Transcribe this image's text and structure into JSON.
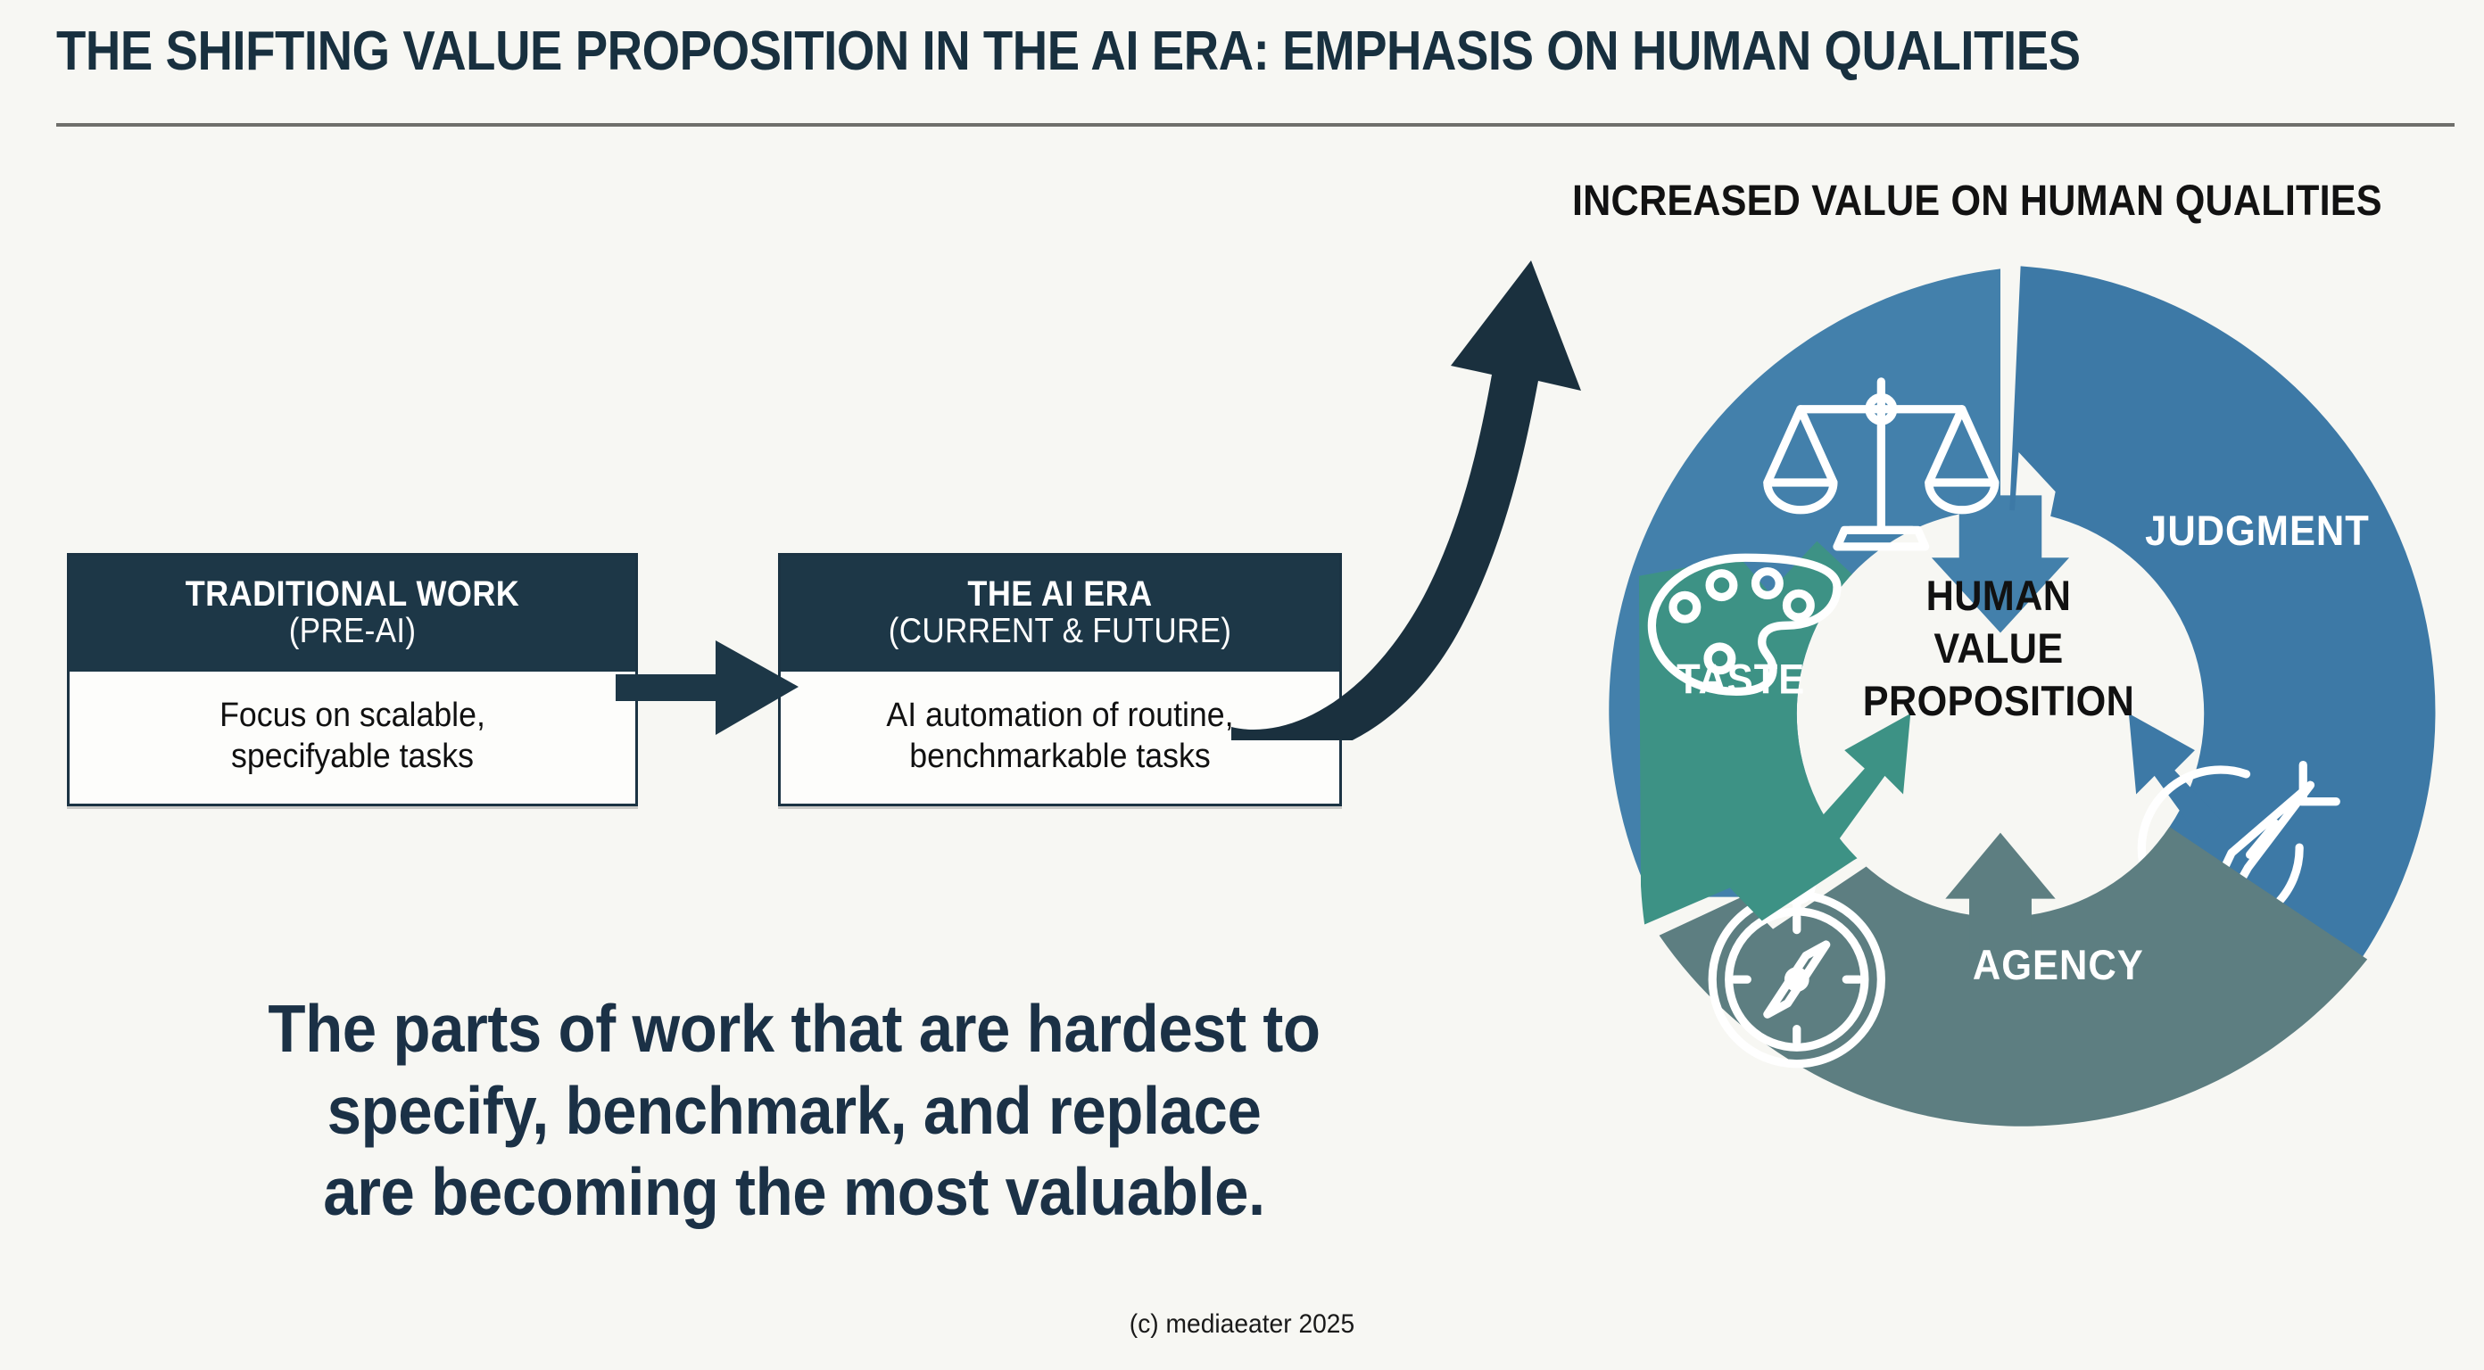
{
  "page": {
    "background_color": "#f7f7f3",
    "title": "THE SHIFTING VALUE PROPOSITION IN THE AI ERA: EMPHASIS ON HUMAN QUALITIES",
    "copyright": "(c) mediaeater 2025"
  },
  "flow": {
    "boxes": [
      {
        "head_line1": "TRADITIONAL WORK",
        "head_line2": "(PRE-AI)",
        "body_line1": "Focus on scalable,",
        "body_line2": "specifyable tasks"
      },
      {
        "head_line1": "THE AI ERA",
        "head_line2": "(CURRENT & FUTURE)",
        "body_line1": "AI automation of routine,",
        "body_line2": "benchmarkable tasks"
      }
    ],
    "arrow_between_boxes": "right-arrow-icon",
    "arrow_to_wheel": "curved-up-right-arrow-icon"
  },
  "tagline": {
    "line1": "The parts of work that are hardest to",
    "line2": "specify, benchmark, and replace",
    "line3": "are becoming the most valuable."
  },
  "wheel": {
    "heading": "INCREASED VALUE ON HUMAN QUALITIES",
    "center": {
      "line1": "HUMAN",
      "line2": "VALUE",
      "line3": "PROPOSITION"
    },
    "segments": [
      {
        "id": "judgment-top",
        "label": "",
        "icon": "scales-icon",
        "color": "#4380ab",
        "position": "top-left"
      },
      {
        "id": "judgment",
        "label": "JUDGMENT",
        "icon": "paintbrush-icon",
        "color": "#3d79a6",
        "position": "right"
      },
      {
        "id": "agency",
        "label": "AGENCY",
        "icon": "compass-icon",
        "color": "#5d7e81",
        "position": "bottom"
      },
      {
        "id": "taste",
        "label": "TASTE",
        "icon": "palette-icon",
        "color": "#3d9285",
        "position": "left"
      }
    ]
  },
  "colors": {
    "navy": "#1d3747",
    "rule": "#6f6f6b",
    "tagline": "#1b3146",
    "blue": "#4380ab",
    "teal": "#3d9285",
    "slate": "#5d7e81"
  }
}
